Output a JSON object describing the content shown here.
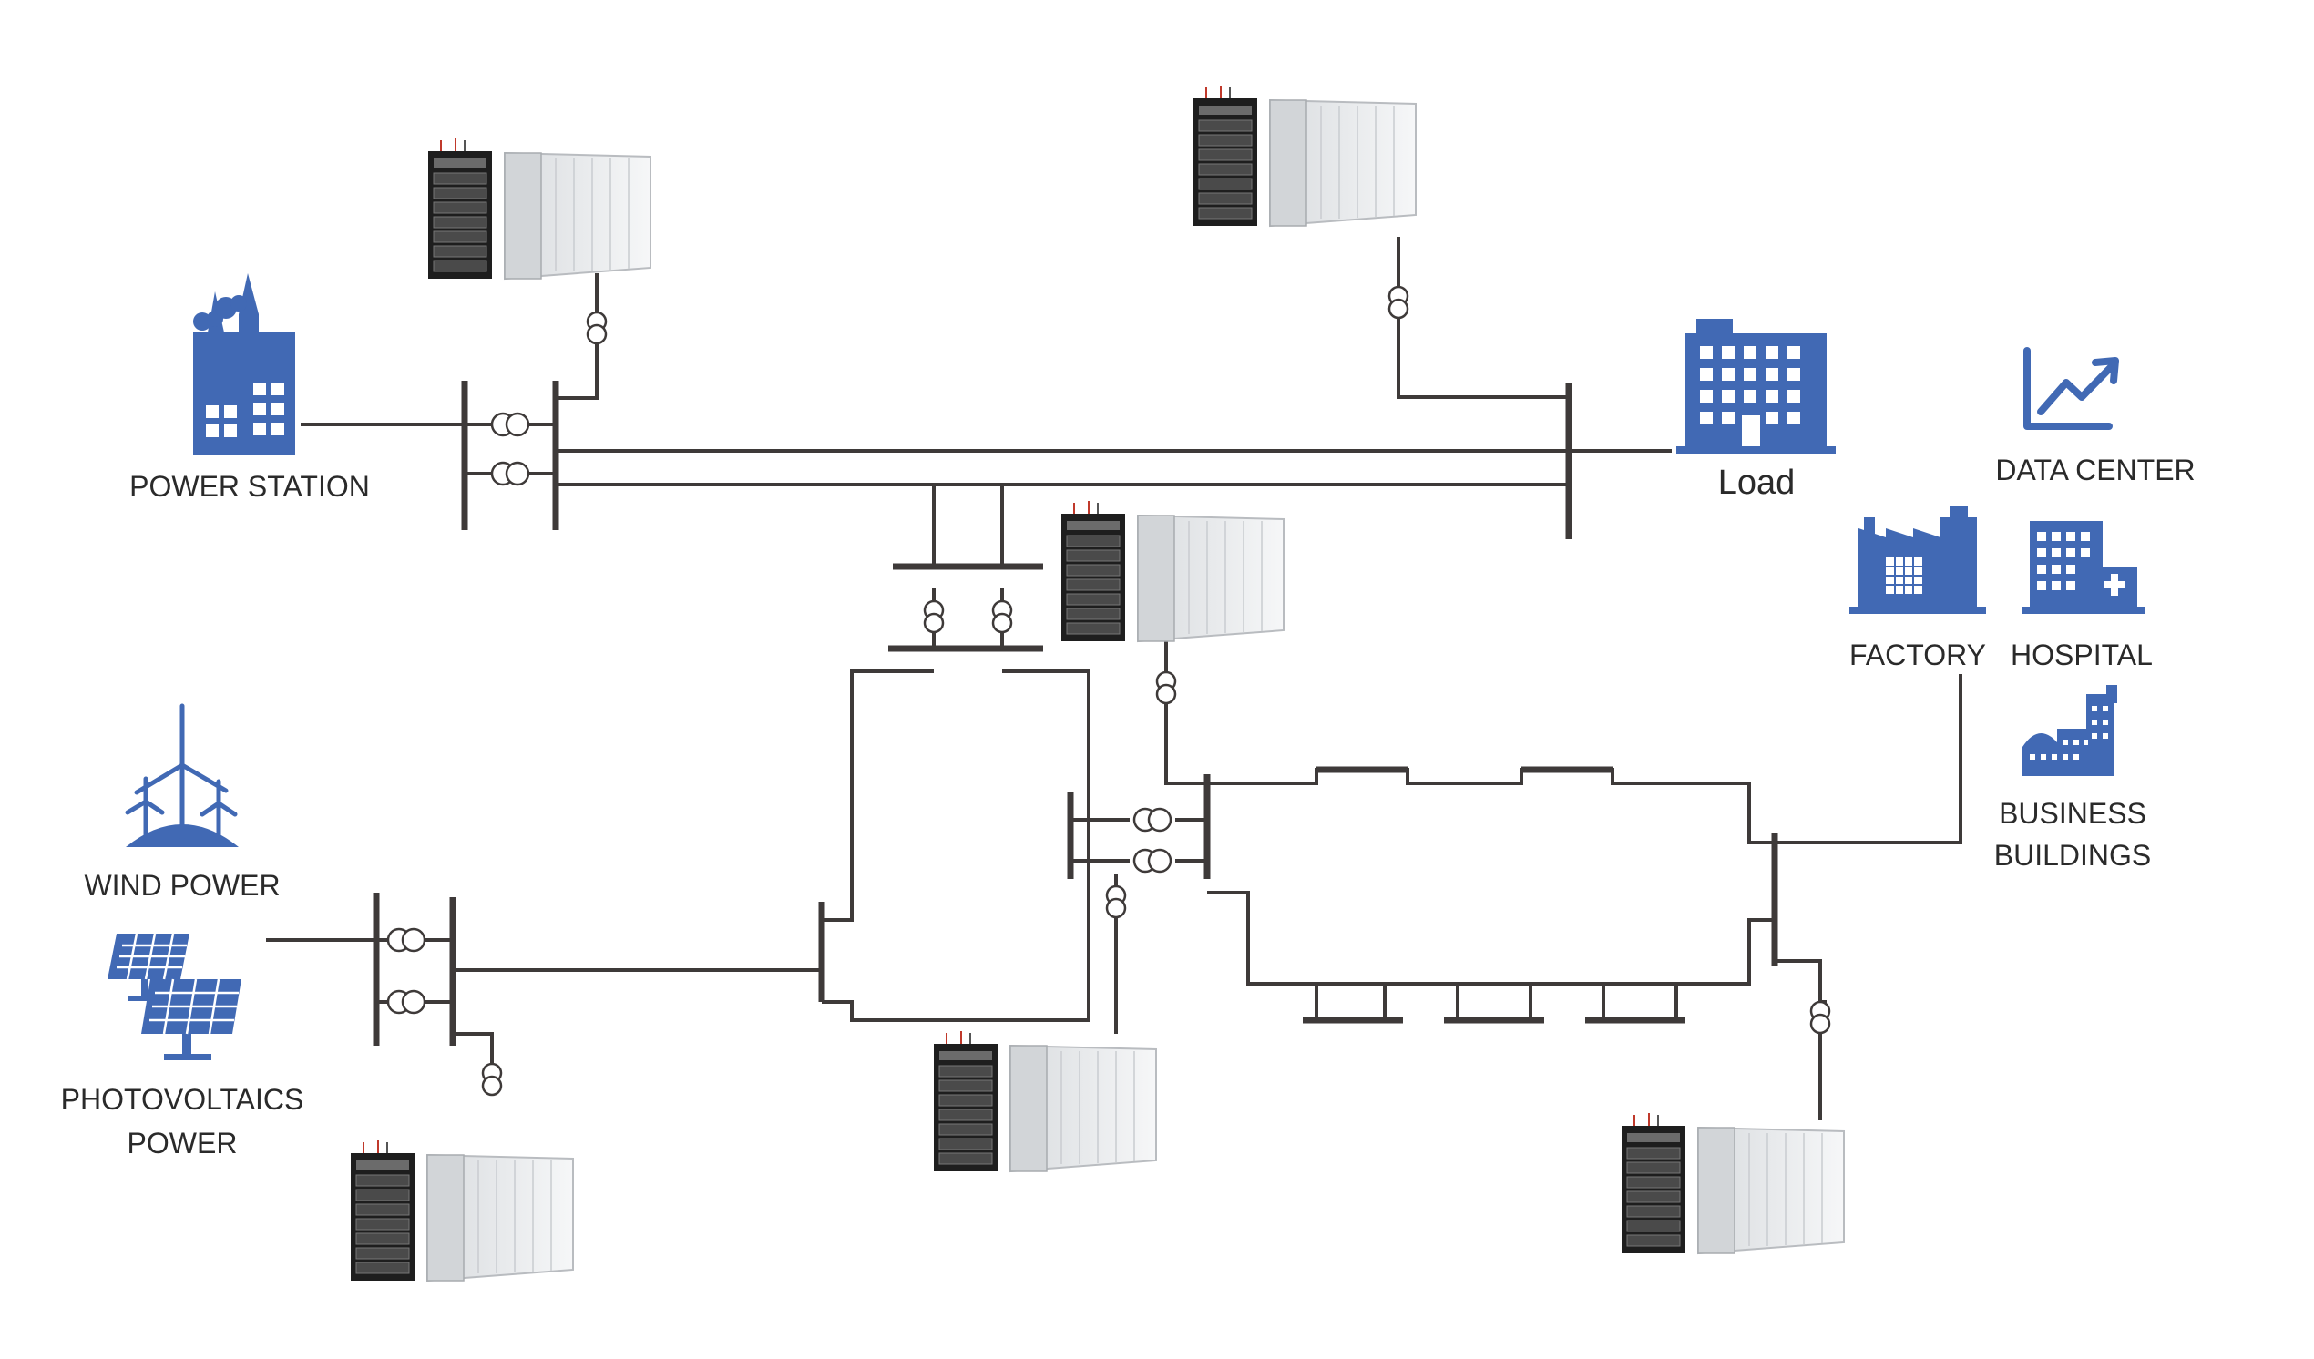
{
  "colors": {
    "line": "#3e3a39",
    "icon": "#4169b4",
    "label": "#2a2a2a",
    "rack": "#222222",
    "container": "#e6e8ea"
  },
  "labels": {
    "power_station": "POWER STATION",
    "load": "Load",
    "data_center": "DATA CENTER",
    "factory": "FACTORY",
    "hospital": "HOSPITAL",
    "business_line1": "BUSINESS",
    "business_line2": "BUILDINGS",
    "wind_power": "WIND POWER",
    "pv_line1": "PHOTOVOLTAICS",
    "pv_line2": "POWER"
  },
  "icons": {
    "power_station": "factory-chimney-icon",
    "load": "office-building-icon",
    "data_center": "chart-up-icon",
    "factory": "factory-icon",
    "hospital": "hospital-icon",
    "business": "business-buildings-icon",
    "wind": "wind-turbine-icon",
    "pv": "solar-panel-icon",
    "storage": "battery-container-icon",
    "transformer": "transformer-icon"
  }
}
